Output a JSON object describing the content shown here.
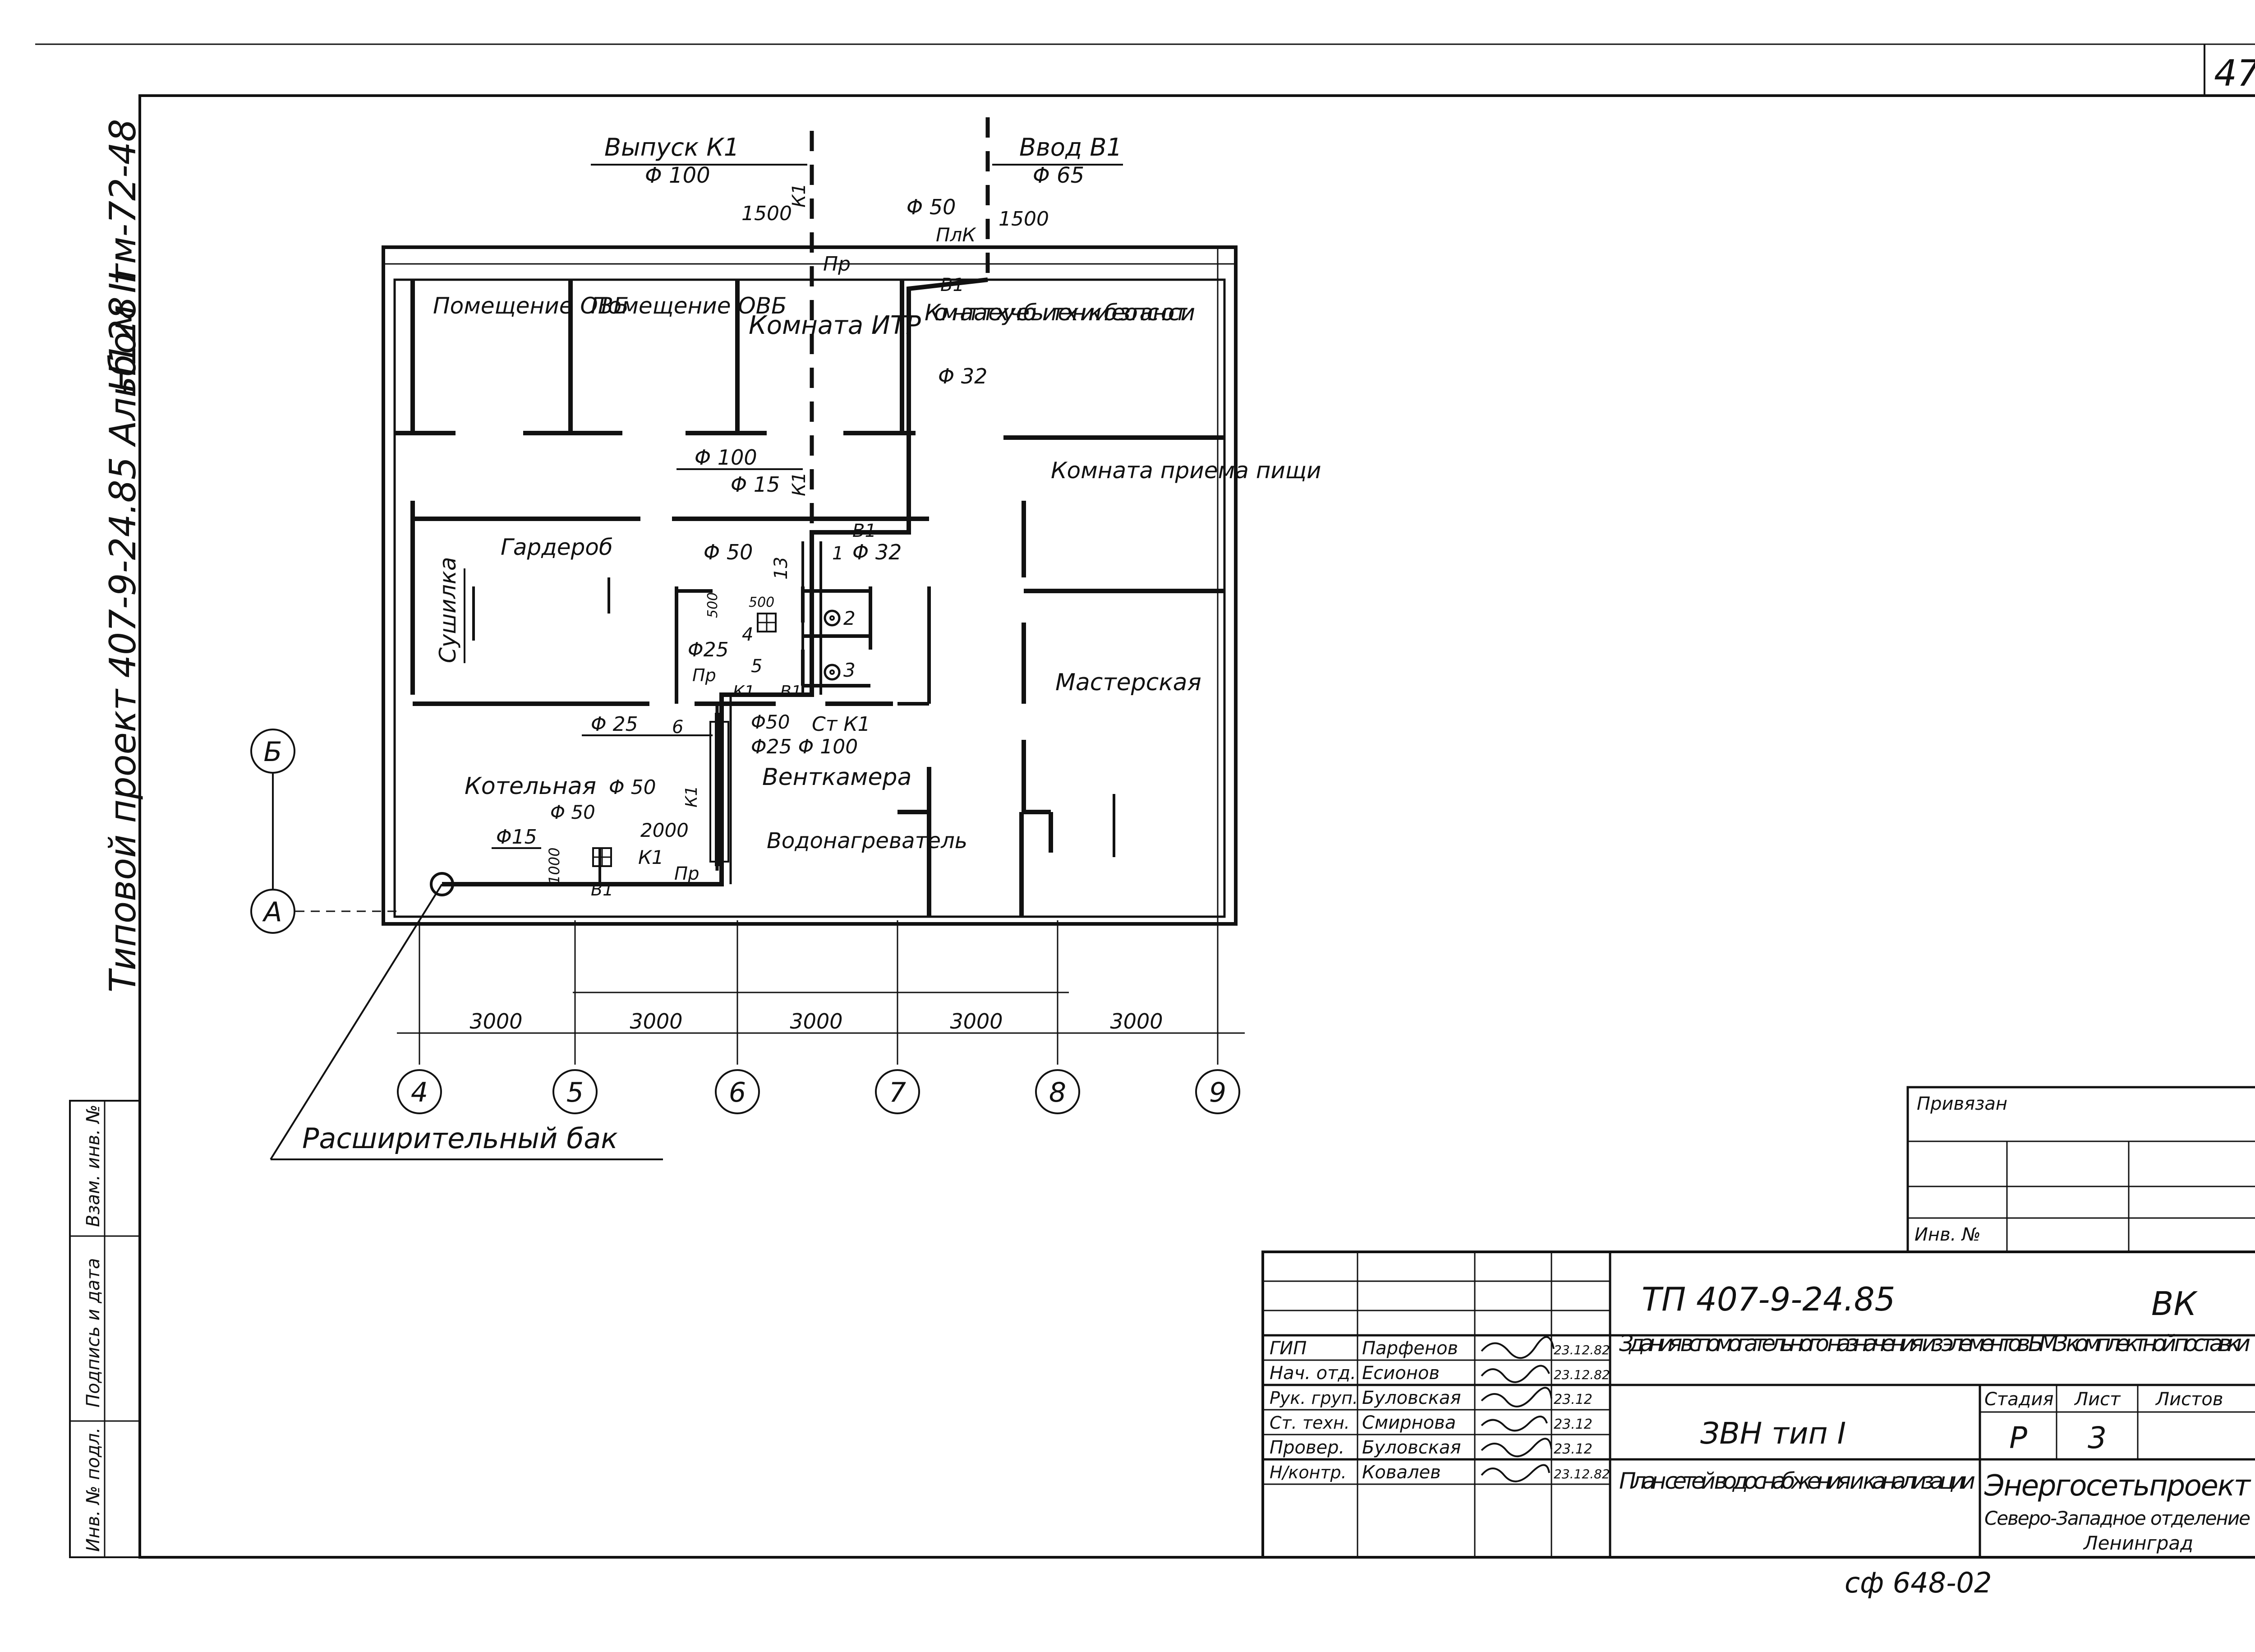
{
  "sheet": {
    "sheet_number": "47",
    "side_title": "Типовой проект 407-9-24.85 Альбом II",
    "side_code": "Н128 тм-72-48",
    "bottom_code": "сф 648-02",
    "side_stamp": [
      "Инв. № подл.",
      "Подпись и дата",
      "Взам. инв. №"
    ]
  },
  "plan": {
    "pipes": {
      "outlet_label": "Выпуск К1",
      "outlet_dia": "Φ 100",
      "inlet_label": "Ввод В1",
      "inlet_dia": "Φ 65",
      "dim_1500_a": "1500",
      "dim_1500_b": "1500",
      "d50_top": "Φ 50",
      "plk": "ПлК",
      "pr_top": "Пр",
      "b1_top": "В1",
      "b1_mid": "В1",
      "k1_top": "К1",
      "k1_mid": "К1",
      "d32_top": "Φ 32",
      "d100_mid": "Φ 100",
      "d15_mid": "Φ 15",
      "d50_core": "Φ 50",
      "d32_core": "Φ 32",
      "d25_core": "Φ25",
      "n13": "13",
      "n1": "1",
      "n2": "2",
      "n3": "3",
      "n4": "4",
      "n5": "5",
      "n6": "6",
      "dim500a": "500",
      "dim500b": "500",
      "pr_core": "Пр",
      "k1_core": "К1",
      "b1_core": "В1",
      "d25_left": "Φ 25",
      "d50_st": "Φ50",
      "st_k1": "Ст К1",
      "d25_d100": "Φ25 Φ 100",
      "d50_boiler_a": "Φ 50",
      "d50_boiler_b": "Φ 50",
      "d15_boiler": "Φ15",
      "dim2000": "2000",
      "dim1000": "1000",
      "k1_boiler": "К1",
      "b1_boiler": "В1",
      "pr_boiler": "Пр",
      "k1_vert": "К1"
    },
    "rooms": [
      "Помещение ОВБ",
      "Помещение ОВБ",
      "Комната ИТР",
      "Комната техучебы и техники безопасности",
      "Комната приема пищи",
      "Гардероб",
      "Сушилка",
      "Мастерская",
      "Котельная",
      "Венткамера",
      "Водонагреватель"
    ],
    "dims": [
      "3000",
      "3000",
      "3000",
      "3000",
      "3000"
    ],
    "axes_num": [
      "4",
      "5",
      "6",
      "7",
      "8",
      "9"
    ],
    "axes_let": [
      "Б",
      "А"
    ],
    "expansion_tank": "Расширительный бак"
  },
  "title_block": {
    "bound": "Привязан",
    "inv_no": "Инв. №",
    "code": "ТП 407-9-24.85",
    "mark": "ВК",
    "description": "Здания вспомогательного назначения из элементов БМЗ комплектной поставки",
    "object": "ЗВН тип I",
    "stage_label": "Стадия",
    "sheet_label": "Лист",
    "sheets_label": "Листов",
    "stage": "Р",
    "sheet": "3",
    "drawing_title": "План сетей водоснабжения и канализации",
    "org_name": "Энергосетьпроект",
    "org_branch": "Северо-Западное отделение",
    "org_city": "Ленинград",
    "people": [
      {
        "role": "ГИП",
        "name": "Парфенов",
        "date": "23.12.82"
      },
      {
        "role": "Нач. отд.",
        "name": "Есионов",
        "date": "23.12.82"
      },
      {
        "role": "Рук. груп.",
        "name": "Буловская",
        "date": "23.12"
      },
      {
        "role": "Ст. техн.",
        "name": "Смирнова",
        "date": "23.12"
      },
      {
        "role": "Провер.",
        "name": "Буловская",
        "date": "23.12"
      },
      {
        "role": "Н/контр.",
        "name": "Ковалев",
        "date": "23.12.82"
      }
    ]
  }
}
